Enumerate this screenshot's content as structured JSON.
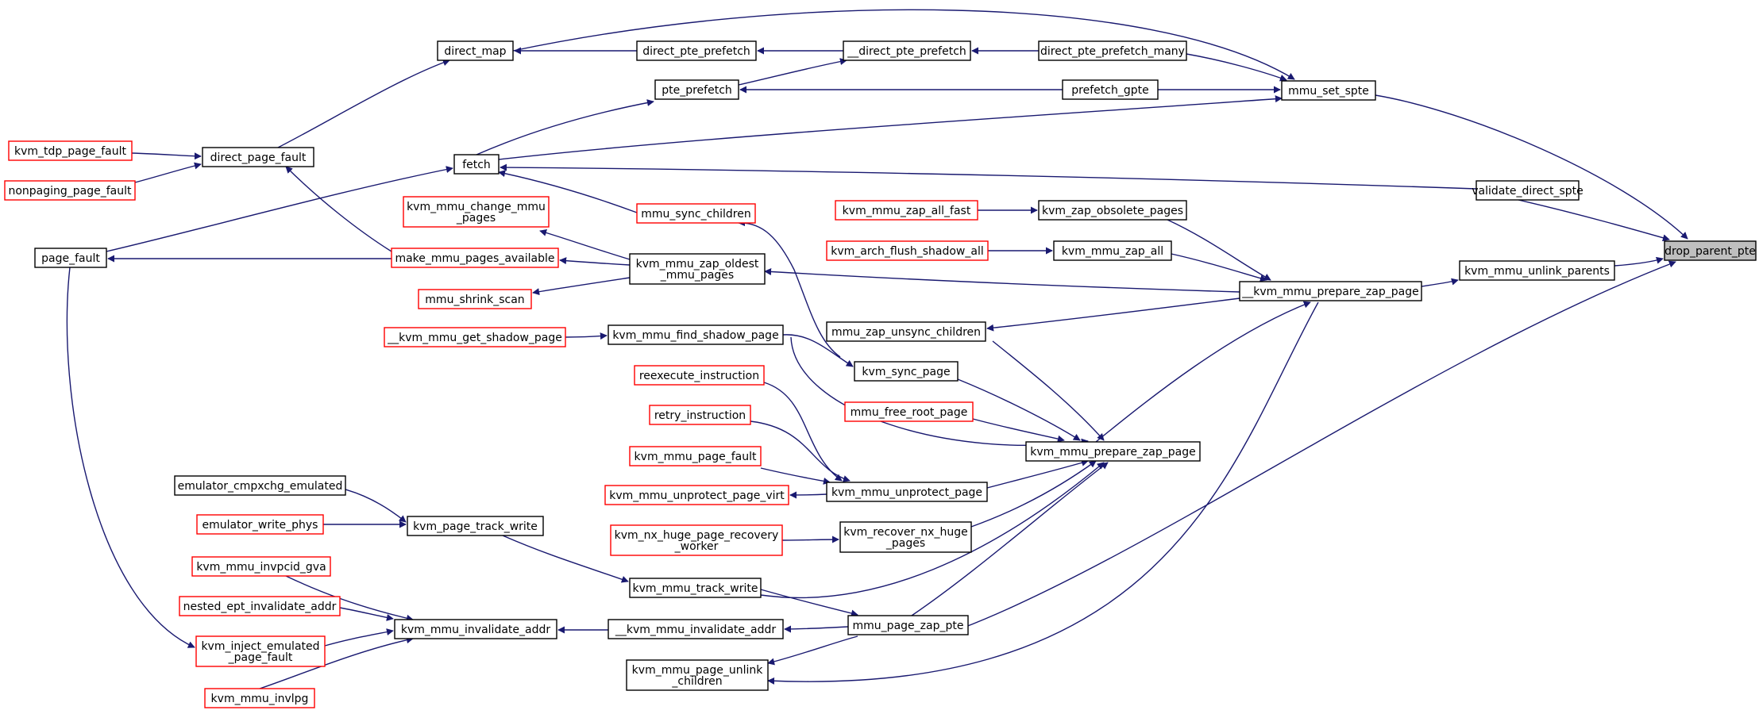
{
  "colors": {
    "edge": "#191970",
    "node_border_default": "#000000",
    "node_border_link": "#ff0000",
    "node_fill": "#ffffff",
    "root_fill": "#bfbfbf"
  },
  "nodes": [
    {
      "id": "drop_parent_pte",
      "lines": [
        "drop_parent_pte"
      ],
      "style": "root"
    },
    {
      "id": "mmu_set_spte",
      "lines": [
        "mmu_set_spte"
      ],
      "style": "default"
    },
    {
      "id": "validate_direct_spte",
      "lines": [
        "validate_direct_spte"
      ],
      "style": "default"
    },
    {
      "id": "kvm_mmu_unlink_parents",
      "lines": [
        "kvm_mmu_unlink_parents"
      ],
      "style": "default"
    },
    {
      "id": "direct_map",
      "lines": [
        "direct_map"
      ],
      "style": "default"
    },
    {
      "id": "direct_pte_prefetch",
      "lines": [
        "direct_pte_prefetch"
      ],
      "style": "default"
    },
    {
      "id": "__direct_pte_prefetch",
      "lines": [
        "__direct_pte_prefetch"
      ],
      "style": "default"
    },
    {
      "id": "direct_pte_prefetch_many",
      "lines": [
        "direct_pte_prefetch_many"
      ],
      "style": "default"
    },
    {
      "id": "pte_prefetch",
      "lines": [
        "pte_prefetch"
      ],
      "style": "default"
    },
    {
      "id": "prefetch_gpte",
      "lines": [
        "prefetch_gpte"
      ],
      "style": "default"
    },
    {
      "id": "fetch",
      "lines": [
        "fetch"
      ],
      "style": "default"
    },
    {
      "id": "direct_page_fault",
      "lines": [
        "direct_page_fault"
      ],
      "style": "default"
    },
    {
      "id": "kvm_tdp_page_fault",
      "lines": [
        "kvm_tdp_page_fault"
      ],
      "style": "link"
    },
    {
      "id": "nonpaging_page_fault",
      "lines": [
        "nonpaging_page_fault"
      ],
      "style": "link"
    },
    {
      "id": "page_fault",
      "lines": [
        "page_fault"
      ],
      "style": "default"
    },
    {
      "id": "kvm_mmu_change_mmu_pages",
      "lines": [
        "kvm_mmu_change_mmu",
        "_pages"
      ],
      "style": "link"
    },
    {
      "id": "mmu_sync_children",
      "lines": [
        "mmu_sync_children"
      ],
      "style": "link"
    },
    {
      "id": "make_mmu_pages_available",
      "lines": [
        "make_mmu_pages_available"
      ],
      "style": "link"
    },
    {
      "id": "mmu_shrink_scan",
      "lines": [
        "mmu_shrink_scan"
      ],
      "style": "link"
    },
    {
      "id": "kvm_mmu_zap_oldest_mmu_pages",
      "lines": [
        "kvm_mmu_zap_oldest",
        "_mmu_pages"
      ],
      "style": "default"
    },
    {
      "id": "kvm_mmu_zap_all_fast",
      "lines": [
        "kvm_mmu_zap_all_fast"
      ],
      "style": "link"
    },
    {
      "id": "kvm_zap_obsolete_pages",
      "lines": [
        "kvm_zap_obsolete_pages"
      ],
      "style": "default"
    },
    {
      "id": "kvm_arch_flush_shadow_all",
      "lines": [
        "kvm_arch_flush_shadow_all"
      ],
      "style": "link"
    },
    {
      "id": "kvm_mmu_zap_all",
      "lines": [
        "kvm_mmu_zap_all"
      ],
      "style": "default"
    },
    {
      "id": "__kvm_mmu_prepare_zap_page",
      "lines": [
        "__kvm_mmu_prepare_zap_page"
      ],
      "style": "default"
    },
    {
      "id": "mmu_zap_unsync_children",
      "lines": [
        "mmu_zap_unsync_children"
      ],
      "style": "default"
    },
    {
      "id": "__kvm_mmu_get_shadow_page",
      "lines": [
        "__kvm_mmu_get_shadow_page"
      ],
      "style": "link"
    },
    {
      "id": "kvm_mmu_find_shadow_page",
      "lines": [
        "kvm_mmu_find_shadow_page"
      ],
      "style": "default"
    },
    {
      "id": "kvm_sync_page",
      "lines": [
        "kvm_sync_page"
      ],
      "style": "default"
    },
    {
      "id": "reexecute_instruction",
      "lines": [
        "reexecute_instruction"
      ],
      "style": "link"
    },
    {
      "id": "kvm_mmu_free_root_page",
      "lines": [
        "mmu_free_root_page"
      ],
      "style": "link"
    },
    {
      "id": "retry_instruction",
      "lines": [
        "retry_instruction"
      ],
      "style": "link"
    },
    {
      "id": "kvm_mmu_prepare_zap_page",
      "lines": [
        "kvm_mmu_prepare_zap_page"
      ],
      "style": "default"
    },
    {
      "id": "kvm_mmu_page_fault",
      "lines": [
        "kvm_mmu_page_fault"
      ],
      "style": "link"
    },
    {
      "id": "kvm_mmu_unprotect_page_virt",
      "lines": [
        "kvm_mmu_unprotect_page_virt"
      ],
      "style": "link"
    },
    {
      "id": "kvm_mmu_unprotect_page",
      "lines": [
        "kvm_mmu_unprotect_page"
      ],
      "style": "default"
    },
    {
      "id": "emulator_cmpxchg_emulated",
      "lines": [
        "emulator_cmpxchg_emulated"
      ],
      "style": "default"
    },
    {
      "id": "emulator_write_phys",
      "lines": [
        "emulator_write_phys"
      ],
      "style": "link"
    },
    {
      "id": "kvm_page_track_write",
      "lines": [
        "kvm_page_track_write"
      ],
      "style": "default"
    },
    {
      "id": "kvm_nx_huge_page_recovery_worker",
      "lines": [
        "kvm_nx_huge_page_recovery",
        "_worker"
      ],
      "style": "link"
    },
    {
      "id": "kvm_recover_nx_huge_pages",
      "lines": [
        "kvm_recover_nx_huge",
        "_pages"
      ],
      "style": "default"
    },
    {
      "id": "kvm_mmu_invpcid_gva",
      "lines": [
        "kvm_mmu_invpcid_gva"
      ],
      "style": "link"
    },
    {
      "id": "kvm_mmu_track_write",
      "lines": [
        "kvm_mmu_track_write"
      ],
      "style": "default"
    },
    {
      "id": "nested_ept_invalidate_addr",
      "lines": [
        "nested_ept_invalidate_addr"
      ],
      "style": "link"
    },
    {
      "id": "kvm_mmu_invalidate_addr",
      "lines": [
        "kvm_mmu_invalidate_addr"
      ],
      "style": "default"
    },
    {
      "id": "__kvm_mmu_invalidate_addr",
      "lines": [
        "__kvm_mmu_invalidate_addr"
      ],
      "style": "default"
    },
    {
      "id": "mmu_page_zap_pte",
      "lines": [
        "mmu_page_zap_pte"
      ],
      "style": "default"
    },
    {
      "id": "kvm_inject_emulated_page_fault",
      "lines": [
        "kvm_inject_emulated",
        "_page_fault"
      ],
      "style": "link"
    },
    {
      "id": "kvm_mmu_page_unlink_children",
      "lines": [
        "kvm_mmu_page_unlink",
        "_children"
      ],
      "style": "default"
    },
    {
      "id": "kvm_mmu_invlpg",
      "lines": [
        "kvm_mmu_invlpg"
      ],
      "style": "link"
    }
  ]
}
